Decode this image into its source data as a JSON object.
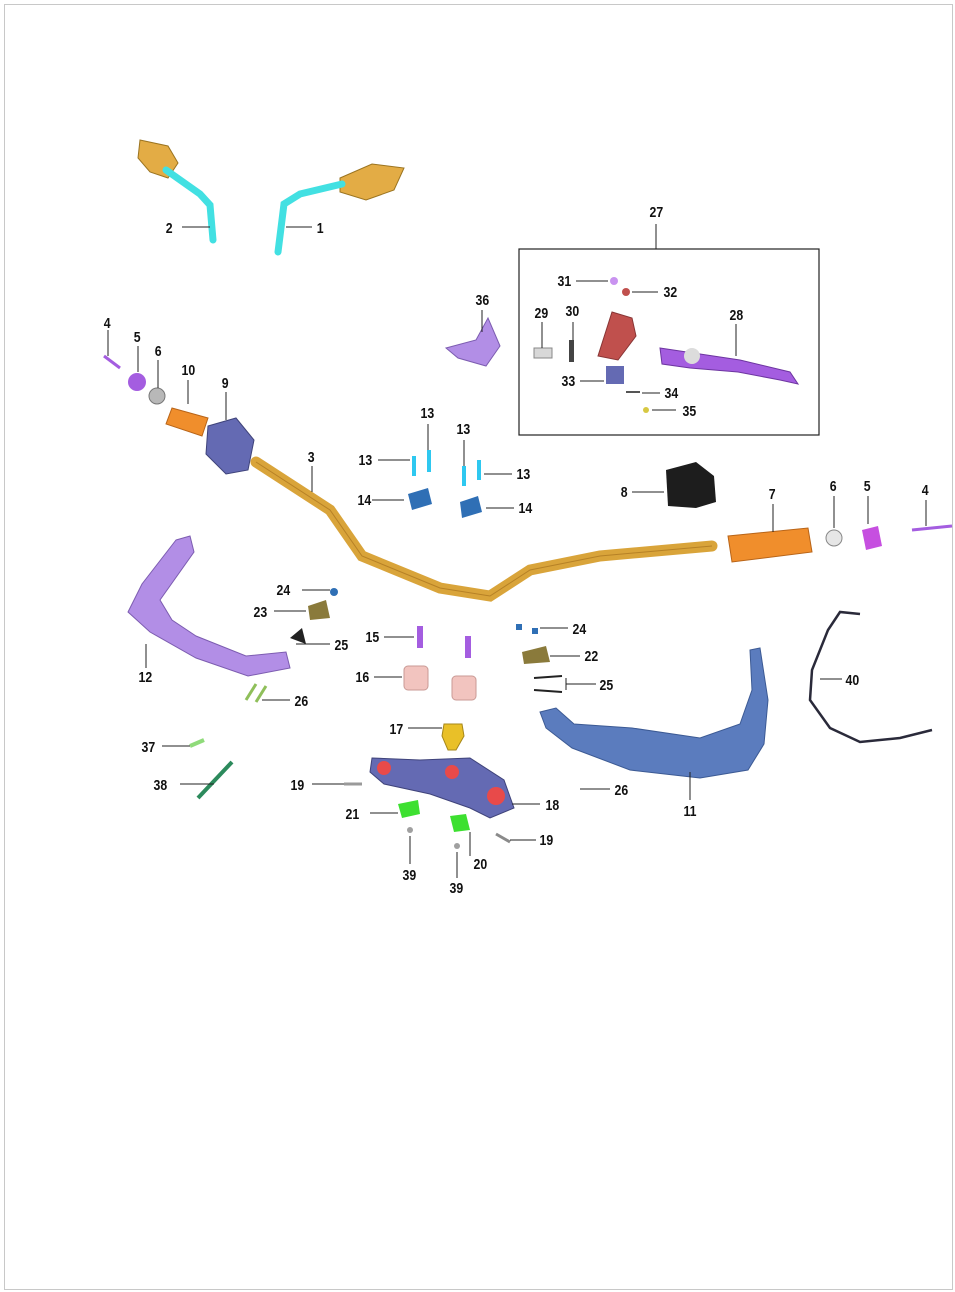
{
  "diagram": {
    "group_box_label": "27",
    "parts": [
      {
        "id": "1",
        "name": "mirror-right"
      },
      {
        "id": "2",
        "name": "mirror-left"
      },
      {
        "id": "3",
        "name": "handlebar"
      },
      {
        "id": "4",
        "name": "bar-end-bolt"
      },
      {
        "id": "5",
        "name": "bar-end-weight"
      },
      {
        "id": "6",
        "name": "washer"
      },
      {
        "id": "7",
        "name": "right-grip"
      },
      {
        "id": "8",
        "name": "switch-housing"
      },
      {
        "id": "9",
        "name": "throttle-housing"
      },
      {
        "id": "10",
        "name": "throttle-grip"
      },
      {
        "id": "11",
        "name": "right-hand-guard"
      },
      {
        "id": "12",
        "name": "left-hand-guard"
      },
      {
        "id": "13",
        "name": "clamp-bolt"
      },
      {
        "id": "14",
        "name": "handlebar-clamp"
      },
      {
        "id": "15",
        "name": "riser-bolt"
      },
      {
        "id": "16",
        "name": "riser"
      },
      {
        "id": "17",
        "name": "stem-nut"
      },
      {
        "id": "18",
        "name": "upper-triple-clamp"
      },
      {
        "id": "19",
        "name": "pinch-bolt"
      },
      {
        "id": "20",
        "name": "mount-clip"
      },
      {
        "id": "21",
        "name": "mount-clip"
      },
      {
        "id": "22",
        "name": "guard-clamp"
      },
      {
        "id": "23",
        "name": "guard-clamp"
      },
      {
        "id": "24",
        "name": "guard-clamp-bolt"
      },
      {
        "id": "25",
        "name": "shim"
      },
      {
        "id": "26",
        "name": "guard-bolt"
      },
      {
        "id": "28",
        "name": "clutch-lever"
      },
      {
        "id": "29",
        "name": "pivot-pin"
      },
      {
        "id": "30",
        "name": "spring"
      },
      {
        "id": "31",
        "name": "screw"
      },
      {
        "id": "32",
        "name": "screw"
      },
      {
        "id": "33",
        "name": "switch"
      },
      {
        "id": "34",
        "name": "pin"
      },
      {
        "id": "35",
        "name": "screw"
      },
      {
        "id": "36",
        "name": "lever-cover"
      },
      {
        "id": "37",
        "name": "bolt"
      },
      {
        "id": "38",
        "name": "long-bolt"
      },
      {
        "id": "39",
        "name": "screw"
      },
      {
        "id": "40",
        "name": "clutch-cable"
      }
    ],
    "labels": [
      {
        "key": "l1",
        "text": "1"
      },
      {
        "key": "l2",
        "text": "2"
      },
      {
        "key": "l3",
        "text": "3"
      },
      {
        "key": "l4a",
        "text": "4"
      },
      {
        "key": "l5a",
        "text": "5"
      },
      {
        "key": "l6a",
        "text": "6"
      },
      {
        "key": "l10",
        "text": "10"
      },
      {
        "key": "l9",
        "text": "9"
      },
      {
        "key": "l13a",
        "text": "13"
      },
      {
        "key": "l13b",
        "text": "13"
      },
      {
        "key": "l13c",
        "text": "13"
      },
      {
        "key": "l13d",
        "text": "13"
      },
      {
        "key": "l14a",
        "text": "14"
      },
      {
        "key": "l14b",
        "text": "14"
      },
      {
        "key": "l36",
        "text": "36"
      },
      {
        "key": "l27",
        "text": "27"
      },
      {
        "key": "l31",
        "text": "31"
      },
      {
        "key": "l32",
        "text": "32"
      },
      {
        "key": "l29",
        "text": "29"
      },
      {
        "key": "l30",
        "text": "30"
      },
      {
        "key": "l28",
        "text": "28"
      },
      {
        "key": "l33",
        "text": "33"
      },
      {
        "key": "l34",
        "text": "34"
      },
      {
        "key": "l35",
        "text": "35"
      },
      {
        "key": "l8",
        "text": "8"
      },
      {
        "key": "l7",
        "text": "7"
      },
      {
        "key": "l6b",
        "text": "6"
      },
      {
        "key": "l5b",
        "text": "5"
      },
      {
        "key": "l4b",
        "text": "4"
      },
      {
        "key": "l24a",
        "text": "24"
      },
      {
        "key": "l23",
        "text": "23"
      },
      {
        "key": "l25a",
        "text": "25"
      },
      {
        "key": "l12",
        "text": "12"
      },
      {
        "key": "l26a",
        "text": "26"
      },
      {
        "key": "l15",
        "text": "15"
      },
      {
        "key": "l16",
        "text": "16"
      },
      {
        "key": "l17",
        "text": "17"
      },
      {
        "key": "l24b",
        "text": "24"
      },
      {
        "key": "l22",
        "text": "22"
      },
      {
        "key": "l25b",
        "text": "25"
      },
      {
        "key": "l40",
        "text": "40"
      },
      {
        "key": "l37",
        "text": "37"
      },
      {
        "key": "l38",
        "text": "38"
      },
      {
        "key": "l19a",
        "text": "19"
      },
      {
        "key": "l18",
        "text": "18"
      },
      {
        "key": "l26b",
        "text": "26"
      },
      {
        "key": "l11",
        "text": "11"
      },
      {
        "key": "l21",
        "text": "21"
      },
      {
        "key": "l19b",
        "text": "19"
      },
      {
        "key": "l20",
        "text": "20"
      },
      {
        "key": "l39a",
        "text": "39"
      },
      {
        "key": "l39b",
        "text": "39"
      }
    ],
    "colors": {
      "mirror_head": "#e3ac45",
      "mirror_stem": "#42e0e2",
      "handlebar": "#d9a43a",
      "purple_part": "#a45de0",
      "orange_grip": "#f08e2c",
      "slate_blue": "#646ab3",
      "lavender_guard": "#b28ee6",
      "steel_blue_guard": "#5b7cbe",
      "cyan_bolt": "#2ec8f0",
      "clamp_blue": "#2f6fb5",
      "riser_pink": "#f2c4bf",
      "brass": "#e9c028",
      "green_clip": "#3de030",
      "olive_clamp": "#8a7a3b",
      "bolt_green": "#8fbf5a",
      "red_housing": "#c0504d",
      "cable_dark": "#2a2a3a"
    }
  }
}
